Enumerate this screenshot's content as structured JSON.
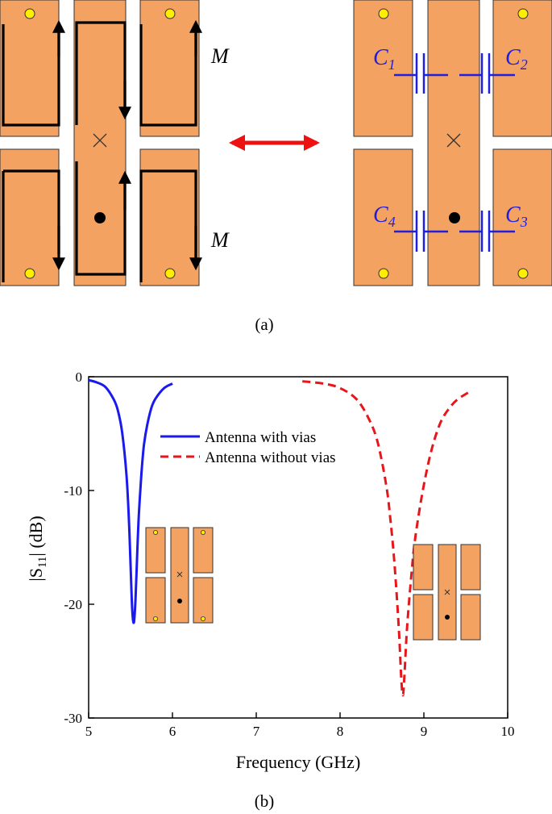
{
  "panel_a": {
    "caption": "(a)",
    "label_M_top": "M",
    "label_M_bottom": "M",
    "capacitor_labels": [
      {
        "main": "C",
        "sub": "1"
      },
      {
        "main": "C",
        "sub": "2"
      },
      {
        "main": "C",
        "sub": "4"
      },
      {
        "main": "C",
        "sub": "3"
      }
    ],
    "patch_color": "#f4a261",
    "via_color": "#ffee00",
    "capacitor_color": "#1f1fdd",
    "double_arrow_color": "#ee1111"
  },
  "panel_b": {
    "caption": "(b)"
  },
  "chart_data": {
    "type": "line",
    "xlabel": "Frequency (GHz)",
    "ylabel_main": "|S",
    "ylabel_sub": "11",
    "ylabel_tail": "| (dB)",
    "xlim": [
      5,
      10
    ],
    "ylim": [
      -30,
      0
    ],
    "xticks": [
      5,
      6,
      7,
      8,
      9,
      10
    ],
    "yticks": [
      0,
      -10,
      -20,
      -30
    ],
    "grid": false,
    "legend_position": "top-center",
    "series": [
      {
        "name": "Antenna with vias",
        "color": "#1a1aee",
        "style": "solid",
        "x": [
          5.0,
          5.1,
          5.2,
          5.3,
          5.35,
          5.4,
          5.45,
          5.48,
          5.5,
          5.52,
          5.54,
          5.56,
          5.58,
          5.6,
          5.63,
          5.66,
          5.7,
          5.75,
          5.8,
          5.9,
          6.0
        ],
        "y": [
          -0.3,
          -0.5,
          -0.9,
          -2.0,
          -3.0,
          -4.9,
          -8.5,
          -12.5,
          -16.5,
          -20.5,
          -21.6,
          -19.5,
          -15.5,
          -12.0,
          -8.5,
          -6.0,
          -4.2,
          -2.7,
          -1.9,
          -1.0,
          -0.6
        ]
      },
      {
        "name": "Antenna without vias",
        "color": "#e8161b",
        "style": "dashed",
        "x": [
          7.55,
          7.8,
          8.0,
          8.2,
          8.35,
          8.45,
          8.55,
          8.6,
          8.65,
          8.7,
          8.73,
          8.75,
          8.77,
          8.8,
          8.85,
          8.9,
          9.0,
          9.1,
          9.2,
          9.3,
          9.4,
          9.55
        ],
        "y": [
          -0.4,
          -0.6,
          -1.0,
          -2.0,
          -3.8,
          -5.8,
          -9.5,
          -12.5,
          -16.5,
          -22.0,
          -26.5,
          -28.0,
          -26.0,
          -22.0,
          -17.5,
          -14.0,
          -9.5,
          -6.2,
          -4.0,
          -2.8,
          -2.0,
          -1.3
        ]
      }
    ]
  }
}
